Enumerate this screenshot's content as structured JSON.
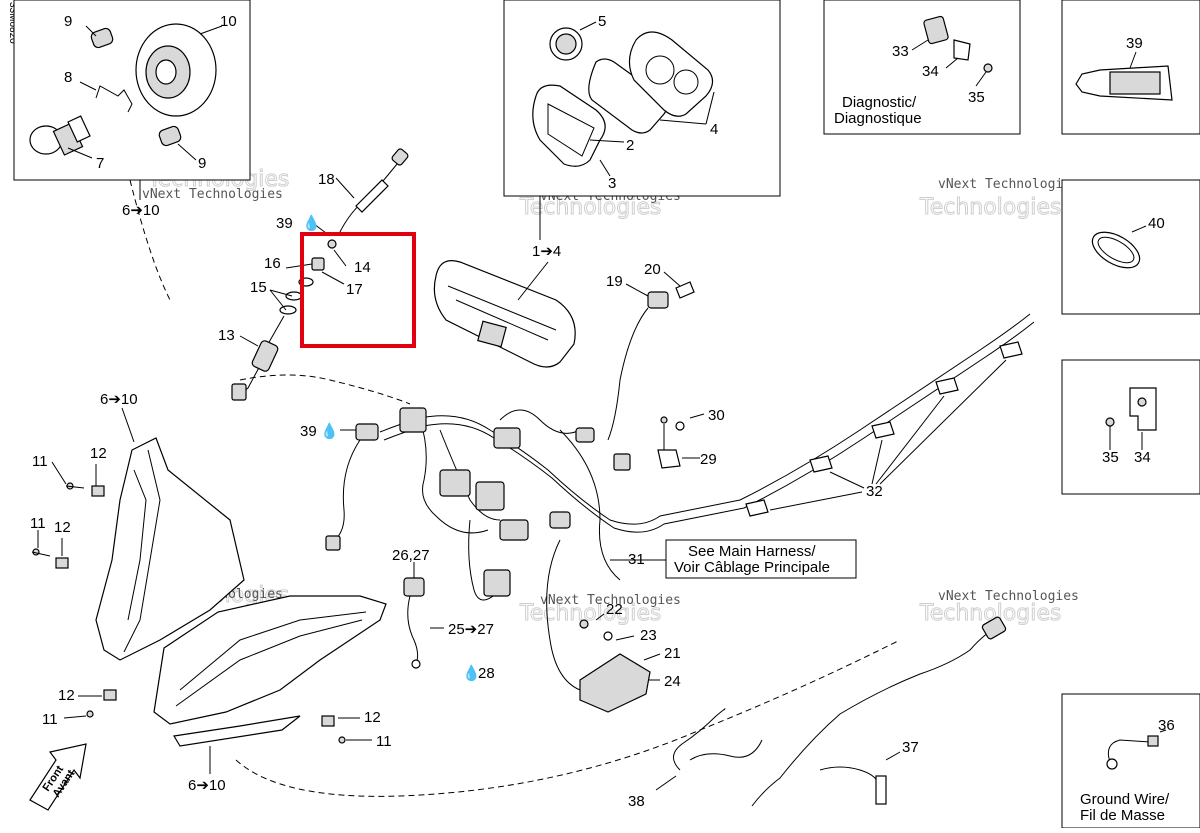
{
  "drawing_code": "33M0820",
  "labels": {
    "n1_4": "1➔4",
    "n2": "2",
    "n3": "3",
    "n4": "4",
    "n5": "5",
    "n6_10_top": "6➔10",
    "n6_10_left": "6➔10",
    "n6_10_bottom": "6➔10",
    "n7": "7",
    "n8": "8",
    "n9a": "9",
    "n9b": "9",
    "n10": "10",
    "n11a": "11",
    "n11b": "11",
    "n11c": "11",
    "n11d": "11",
    "n12a": "12",
    "n12b": "12",
    "n12c": "12",
    "n12d": "12",
    "n13": "13",
    "n14": "14",
    "n15": "15",
    "n16": "16",
    "n17": "17",
    "n18": "18",
    "n19": "19",
    "n20": "20",
    "n21": "21",
    "n22": "22",
    "n23": "23",
    "n24": "24",
    "n25_27": "25➔27",
    "n26_27": "26,27",
    "n28": "28",
    "n29": "29",
    "n30": "30",
    "n31": "31",
    "n32": "32",
    "n33": "33",
    "n34a": "34",
    "n34b": "34",
    "n35a": "35",
    "n35b": "35",
    "n36": "36",
    "n37": "37",
    "n38": "38",
    "n39a": "39",
    "n39b": "39",
    "n39c": "39",
    "n40": "40"
  },
  "diagnostic": {
    "line1": "Diagnostic/",
    "line2": "Diagnostique"
  },
  "main_harness": {
    "line1": "See Main Harness/",
    "line2": "Voir Câblage Principale"
  },
  "ground_wire": {
    "line1": "Ground Wire/",
    "line2": "Fil de Masse"
  },
  "front": {
    "line1": "Front",
    "line2": "Avant"
  },
  "watermark": {
    "line1": "vNext Technologies",
    "line2a": "vNext",
    "line2b": "Technologies"
  },
  "colors": {
    "highlight": "#e0000f",
    "line": "#000000"
  }
}
